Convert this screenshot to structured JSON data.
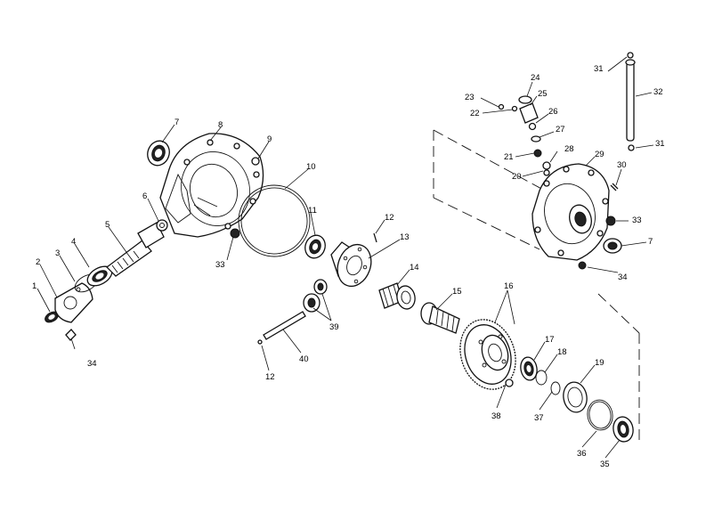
{
  "callouts": [
    {
      "id": "c1",
      "text": "1"
    },
    {
      "id": "c2",
      "text": "2"
    },
    {
      "id": "c3",
      "text": "3"
    },
    {
      "id": "c4",
      "text": "4"
    },
    {
      "id": "c5",
      "text": "5"
    },
    {
      "id": "c6",
      "text": "6"
    },
    {
      "id": "c7a",
      "text": "7"
    },
    {
      "id": "c7b",
      "text": "7"
    },
    {
      "id": "c8",
      "text": "8"
    },
    {
      "id": "c9",
      "text": "9"
    },
    {
      "id": "c10",
      "text": "10"
    },
    {
      "id": "c11",
      "text": "11"
    },
    {
      "id": "c12a",
      "text": "12"
    },
    {
      "id": "c12b",
      "text": "12"
    },
    {
      "id": "c13",
      "text": "13"
    },
    {
      "id": "c14",
      "text": "14"
    },
    {
      "id": "c15",
      "text": "15"
    },
    {
      "id": "c16",
      "text": "16"
    },
    {
      "id": "c17",
      "text": "17"
    },
    {
      "id": "c18",
      "text": "18"
    },
    {
      "id": "c19",
      "text": "19"
    },
    {
      "id": "c20",
      "text": "20"
    },
    {
      "id": "c21",
      "text": "21"
    },
    {
      "id": "c22",
      "text": "22"
    },
    {
      "id": "c23",
      "text": "23"
    },
    {
      "id": "c24",
      "text": "24"
    },
    {
      "id": "c25",
      "text": "25"
    },
    {
      "id": "c26",
      "text": "26"
    },
    {
      "id": "c27",
      "text": "27"
    },
    {
      "id": "c28",
      "text": "28"
    },
    {
      "id": "c29",
      "text": "29"
    },
    {
      "id": "c30",
      "text": "30"
    },
    {
      "id": "c31a",
      "text": "31"
    },
    {
      "id": "c31b",
      "text": "31"
    },
    {
      "id": "c32",
      "text": "32"
    },
    {
      "id": "c33a",
      "text": "33"
    },
    {
      "id": "c33b",
      "text": "33"
    },
    {
      "id": "c34a",
      "text": "34"
    },
    {
      "id": "c34b",
      "text": "34"
    },
    {
      "id": "c35",
      "text": "35"
    },
    {
      "id": "c36",
      "text": "36"
    },
    {
      "id": "c37",
      "text": "37"
    },
    {
      "id": "c38",
      "text": "38"
    },
    {
      "id": "c39",
      "text": "39"
    },
    {
      "id": "c40",
      "text": "40"
    }
  ]
}
